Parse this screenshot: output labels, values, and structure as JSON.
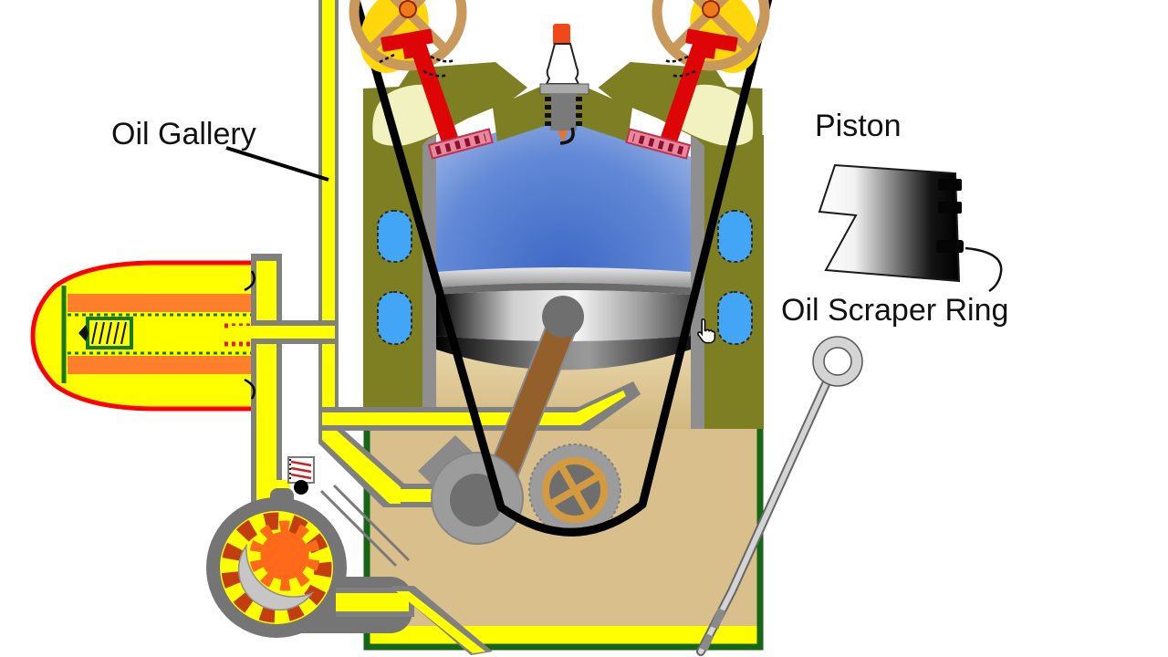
{
  "labels": {
    "oil_gallery": "Oil Gallery",
    "piston": "Piston",
    "oil_scraper_ring": "Oil Scraper Ring"
  },
  "colors": {
    "background": "#ffffff",
    "oil_yellow": "#ffff00",
    "pipe_border_gray": "#808080",
    "filter_outline_red": "#ff0000",
    "filter_media_orange": "#ff7f2a",
    "filter_detail_green": "#177a17",
    "engine_block_olive": "#7e7e22",
    "head_port_cream": "#f2f2c0",
    "port_blue": "#42a5f5",
    "combustion_blue": "#3c67c5",
    "cylinder_wall_gray": "#8f8f8f",
    "crankcase_tan": "#d8bf8c",
    "crankcase_border_green": "#156615",
    "cam_wheel_tan": "#c9995b",
    "cam_lobe_yellow": "#ffd70a",
    "valve_red": "#dd0505",
    "valve_seat_pink": "#e8889c",
    "timing_belt_black": "#000000",
    "metal_gray": "#9c9c9c",
    "pump_inner_rotor_orange": "#ff6a1a",
    "pump_outer_rotor_red": "#c43d0e",
    "pump_housing_gray": "#757575",
    "spark_plug_terminal_orange": "#f04818",
    "pulley_cross_gold": "#d39a3f"
  },
  "cursor": {
    "style": "hand-pointer"
  }
}
